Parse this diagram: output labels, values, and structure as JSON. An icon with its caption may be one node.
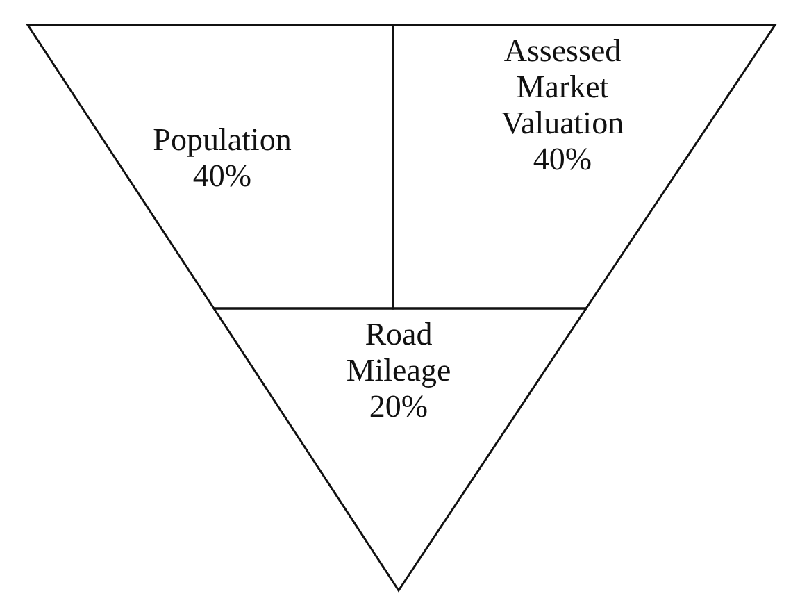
{
  "diagram": {
    "nodes": [
      {
        "text": [
          "Population 40%"
        ]
      },
      {
        "text": [
          "Assessed Market Valuation 40%"
        ]
      },
      {
        "text": [
          "Road Mileage 20%"
        ]
      }
    ]
  }
}
